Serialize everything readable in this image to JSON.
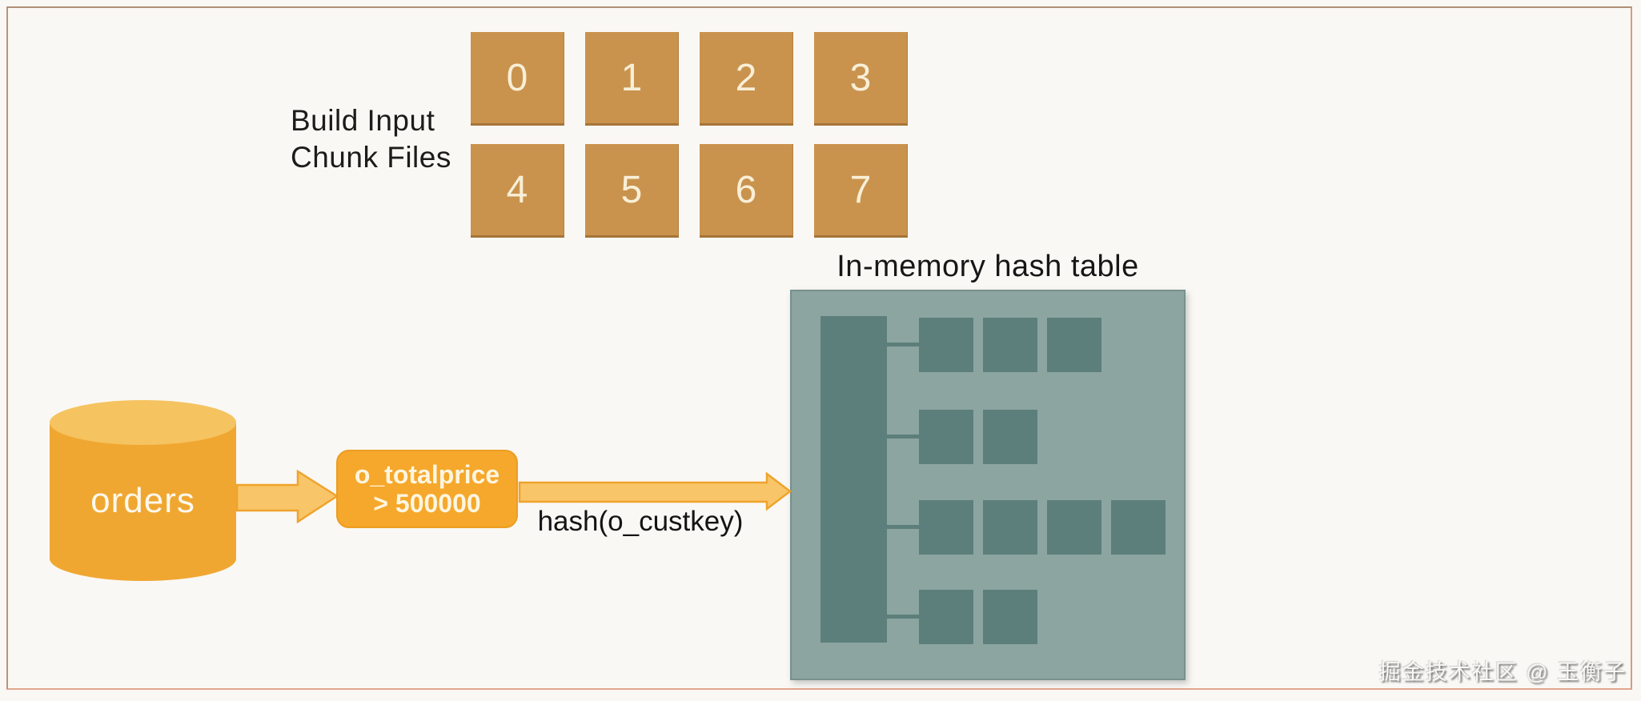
{
  "watermark": "掘金技术社区 @ 玉衡子",
  "colors": {
    "background": "#faf8f4",
    "frame_border": "#c59679",
    "chunk_box": "#c9934e",
    "chunk_number": "#f9efd7",
    "hash_bg": "#8ca5a1",
    "hash_cell": "#5d7f7b",
    "orange_solid": "#f0a731",
    "orange_light": "#f5c360",
    "arrow_fill": "#f8c568",
    "arrow_stroke": "#efa32c",
    "filter_bg": "#f5a82b",
    "text_dark": "#1d1c1a",
    "text_light": "#fdf5e0"
  },
  "build_input": {
    "label_line1": "Build Input",
    "label_line2": "Chunk Files",
    "chunks": [
      "0",
      "1",
      "2",
      "3",
      "4",
      "5",
      "6",
      "7"
    ]
  },
  "hash_table": {
    "title": "In-memory hash table",
    "rows": [
      3,
      2,
      4,
      2
    ]
  },
  "pipeline": {
    "source_label": "orders",
    "filter_label_line1": "o_totalprice",
    "filter_label_line2": "> 500000",
    "hash_arrow_label": "hash(o_custkey)"
  }
}
